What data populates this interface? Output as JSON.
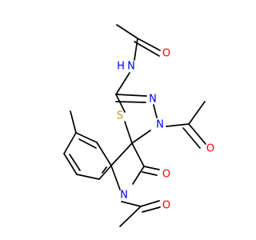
{
  "structure": {
    "atoms": {
      "amide_top_oxygen": {
        "symbol": "O",
        "color": "#ff0000"
      },
      "amide_nitrogen": {
        "symbol": "N",
        "color": "#0000ff"
      },
      "amide_nh_hydrogen": {
        "symbol": "H",
        "color": "#0000ff"
      },
      "ring_sulfur": {
        "symbol": "S",
        "color": "#b8a000"
      },
      "ring_nitrogen_right": {
        "symbol": "N",
        "color": "#0000ff"
      },
      "ring_nitrogen_acetyl": {
        "symbol": "N",
        "color": "#0000ff"
      },
      "acetyl_right_oxygen": {
        "symbol": "O",
        "color": "#ff0000"
      },
      "lactam_oxygen": {
        "symbol": "O",
        "color": "#ff0000"
      },
      "indole_nitrogen": {
        "symbol": "N",
        "color": "#0000ff"
      },
      "acetyl_bottom_oxygen": {
        "symbol": "O",
        "color": "#ff0000"
      }
    },
    "bond_color": "#000000"
  }
}
